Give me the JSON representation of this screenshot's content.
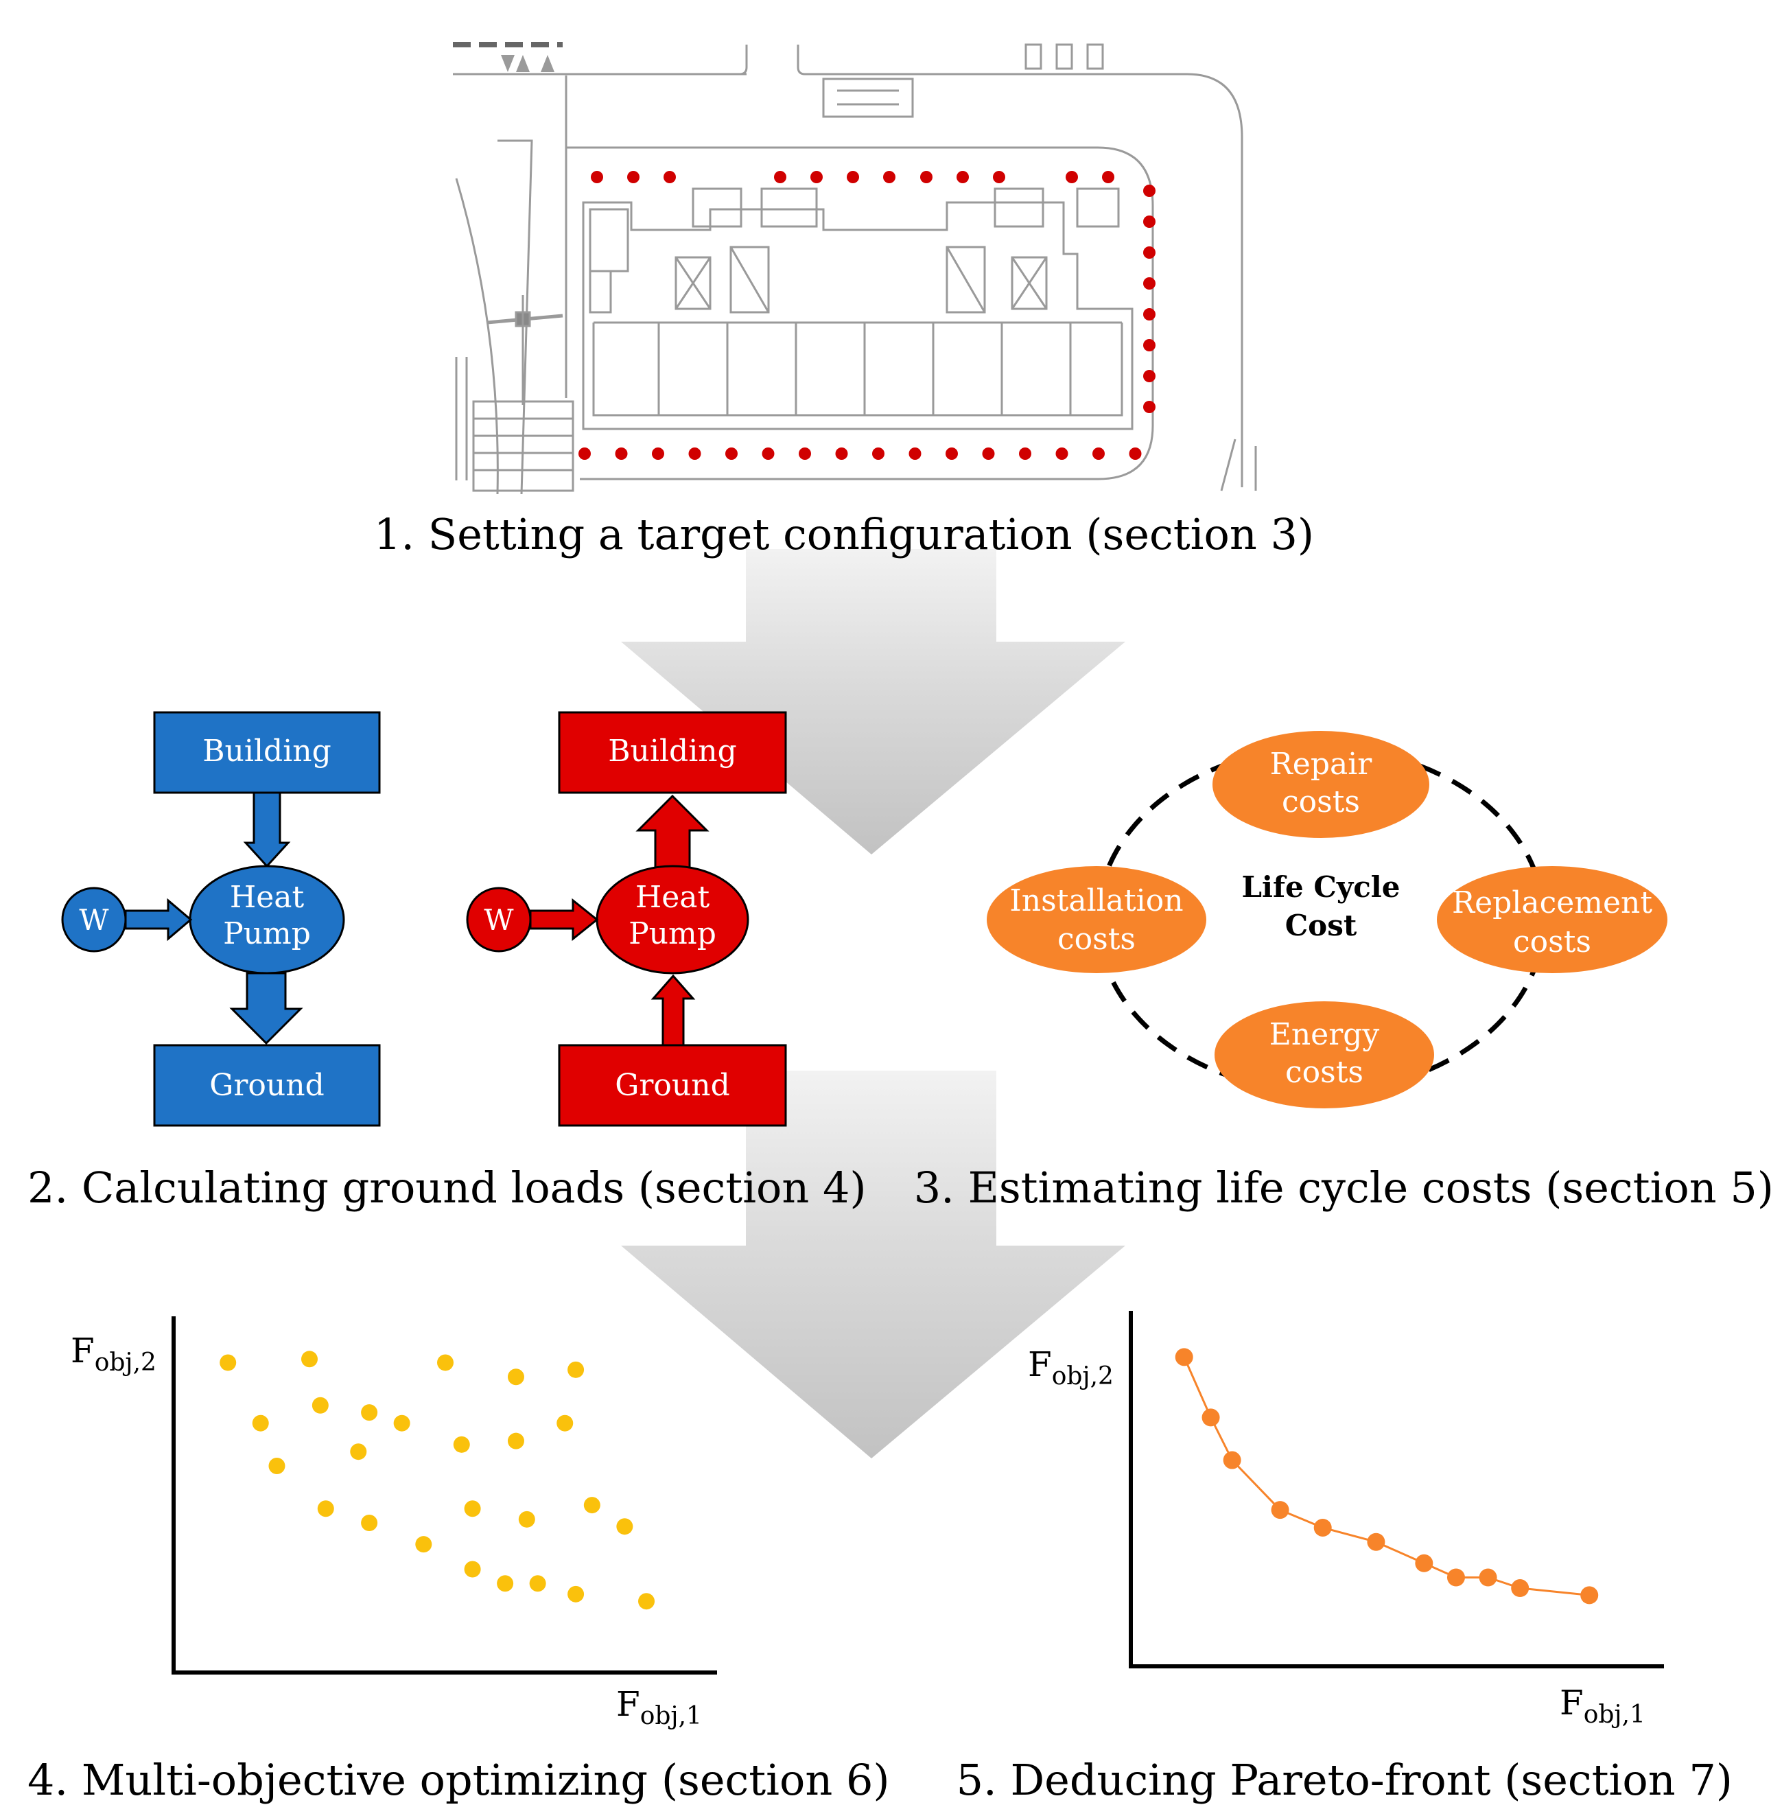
{
  "step1": {
    "caption": "1. Setting a target configuration (section 3)"
  },
  "step2": {
    "caption": "2. Calculating ground loads (section 4)",
    "heating": {
      "top": "Building",
      "middle_line1": "Heat",
      "middle_line2": "Pump",
      "bottom": "Ground",
      "input": "W",
      "color": "#1f73c6"
    },
    "cooling": {
      "top": "Building",
      "middle_line1": "Heat",
      "middle_line2": "Pump",
      "bottom": "Ground",
      "input": "W",
      "color": "#e00000"
    }
  },
  "step3": {
    "caption": "3. Estimating life cycle costs (section 5)",
    "center_line1": "Life Cycle",
    "center_line2": "Cost",
    "color": "#f7842a",
    "repair": {
      "line1": "Repair",
      "line2": "costs"
    },
    "installation": {
      "line1": "Installation",
      "line2": "costs"
    },
    "replacement": {
      "line1": "Replacement",
      "line2": "costs"
    },
    "energy": {
      "line1": "Energy",
      "line2": "costs"
    }
  },
  "step4": {
    "caption": "4. Multi-objective optimizing (section 6)",
    "y_label_main": "F",
    "y_label_sub": "obj,2",
    "x_label_main": "F",
    "x_label_sub": "obj,1",
    "color": "#fac10c"
  },
  "step5": {
    "caption": "5. Deducing Pareto-front (section 7)",
    "y_label_main": "F",
    "y_label_sub": "obj,2",
    "x_label_main": "F",
    "x_label_sub": "obj,1",
    "color": "#f7842a"
  },
  "chart_data": [
    {
      "type": "scatter",
      "title": "",
      "xlabel": "F obj,1",
      "ylabel": "F obj,2",
      "xlim": [
        0,
        100
      ],
      "ylim": [
        0,
        100
      ],
      "series": [
        {
          "x": [
            10,
            25,
            50,
            63,
            74,
            16,
            27,
            36,
            42,
            53,
            63,
            72,
            19,
            34,
            28,
            36,
            46,
            55,
            65,
            77,
            83,
            55,
            61,
            67,
            74,
            87
          ],
          "y": [
            87,
            88,
            87,
            83,
            85,
            70,
            75,
            73,
            70,
            64,
            65,
            70,
            58,
            62,
            46,
            42,
            36,
            46,
            43,
            47,
            41,
            29,
            25,
            25,
            22,
            20
          ]
        }
      ]
    },
    {
      "type": "line",
      "title": "",
      "xlabel": "F obj,1",
      "ylabel": "F obj,2",
      "xlim": [
        0,
        100
      ],
      "ylim": [
        0,
        100
      ],
      "series": [
        {
          "x": [
            10,
            15,
            19,
            28,
            36,
            46,
            55,
            61,
            67,
            73,
            86
          ],
          "y": [
            87,
            70,
            58,
            44,
            39,
            35,
            29,
            25,
            25,
            22,
            20
          ]
        }
      ]
    }
  ]
}
